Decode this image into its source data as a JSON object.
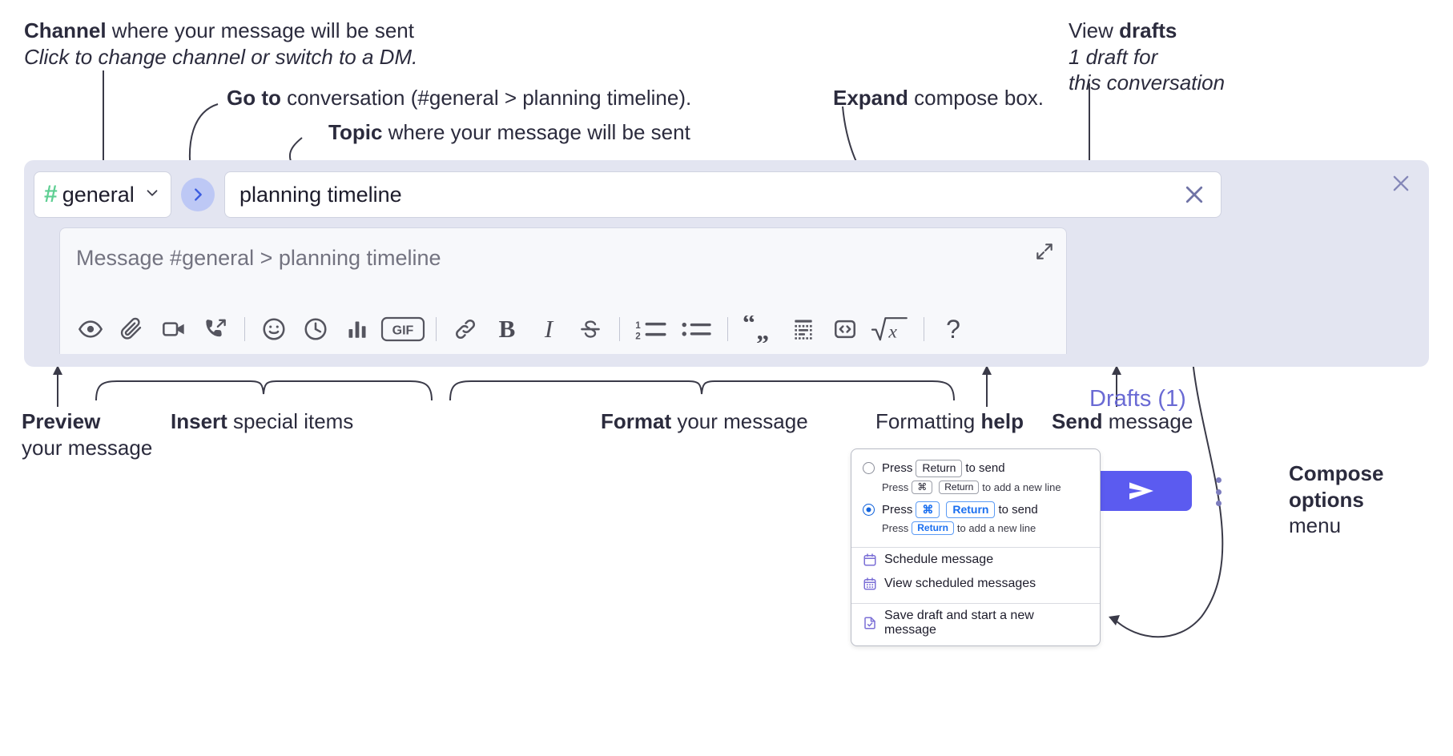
{
  "annotations": {
    "channel": {
      "bold": "Channel",
      "rest": " where your message will be sent",
      "italic": "Click to change channel or switch to a DM."
    },
    "goto": {
      "bold": "Go to",
      "rest": " conversation (#general > planning timeline)."
    },
    "topic": {
      "bold": "Topic",
      "rest": " where your message will be sent"
    },
    "expand": {
      "bold": "Expand",
      "rest": " compose box."
    },
    "drafts": {
      "plain": "View ",
      "bold": "drafts",
      "italic1": "1 draft for",
      "italic2": "this conversation"
    },
    "preview": {
      "bold": "Preview",
      "rest": "your message"
    },
    "insert": {
      "bold": "Insert",
      "rest": " special items"
    },
    "format": {
      "bold": "Format",
      "rest": " your message"
    },
    "formatting_help": {
      "plain": "Formatting ",
      "bold": "help"
    },
    "send": {
      "bold": "Send",
      "rest": " message"
    },
    "compose_options": {
      "bold1": "Compose",
      "bold2": "options",
      "rest": "menu"
    }
  },
  "compose": {
    "channel": {
      "hash": "#",
      "name": "general",
      "chevron_icon": "chevron-down-icon"
    },
    "goto_icon": "chevron-right-icon",
    "topic": {
      "value": "planning timeline",
      "clear_icon": "close-icon"
    },
    "message": {
      "placeholder": "Message #general > planning timeline",
      "value": "",
      "expand_icon": "expand-icon"
    },
    "close_icon": "close-icon",
    "drafts_label": "Drafts (1)",
    "send_icon": "paper-plane-icon",
    "overflow_icon": "more-vertical-icon",
    "toolbar": [
      {
        "name": "preview-icon",
        "label": "Preview"
      },
      {
        "name": "attachment-icon",
        "label": "Attach file"
      },
      {
        "name": "video-icon",
        "label": "Video clip"
      },
      {
        "name": "call-forward-icon",
        "label": "Audio clip"
      },
      {
        "name": "separator",
        "label": ""
      },
      {
        "name": "emoji-icon",
        "label": "Emoji"
      },
      {
        "name": "clock-icon",
        "label": "Reminder"
      },
      {
        "name": "poll-icon",
        "label": "Poll"
      },
      {
        "name": "gif-icon",
        "label": "GIF"
      },
      {
        "name": "separator",
        "label": ""
      },
      {
        "name": "link-icon",
        "label": "Link"
      },
      {
        "name": "bold-icon",
        "label": "B"
      },
      {
        "name": "italic-icon",
        "label": "I"
      },
      {
        "name": "strikethrough-icon",
        "label": "S"
      },
      {
        "name": "separator",
        "label": ""
      },
      {
        "name": "ordered-list-icon",
        "label": "Ordered list"
      },
      {
        "name": "bullet-list-icon",
        "label": "Bulleted list"
      },
      {
        "name": "separator",
        "label": ""
      },
      {
        "name": "blockquote-icon",
        "label": "Blockquote"
      },
      {
        "name": "code-block-icon",
        "label": "Code block"
      },
      {
        "name": "code-icon",
        "label": "Code"
      },
      {
        "name": "math-icon",
        "label": "Math"
      },
      {
        "name": "separator",
        "label": ""
      },
      {
        "name": "help-icon",
        "label": "?"
      }
    ]
  },
  "options_menu": {
    "option1": {
      "selected": false,
      "press": "Press",
      "key": "Return",
      "tail": "to send",
      "sub_press": "Press",
      "sub_key1": "⌘",
      "sub_key2": "Return",
      "sub_tail": "to add a new line"
    },
    "option2": {
      "selected": true,
      "press": "Press",
      "key1": "⌘",
      "key2": "Return",
      "tail": "to send",
      "sub_press": "Press",
      "sub_key": "Return",
      "sub_tail": "to add a new line"
    },
    "items": [
      {
        "icon": "calendar-icon",
        "label": "Schedule message"
      },
      {
        "icon": "calendar-grid-icon",
        "label": "View scheduled messages"
      },
      {
        "icon": "save-draft-icon",
        "label": "Save draft and start a new message"
      }
    ]
  },
  "colors": {
    "panel_bg": "#e3e5f1",
    "accent_purple": "#5b5bf0",
    "drafts_text": "#6a6ad4",
    "hash_green": "#5fcf93",
    "goto_bg": "#bdc8f5",
    "key_blue": "#1a6ff0"
  }
}
